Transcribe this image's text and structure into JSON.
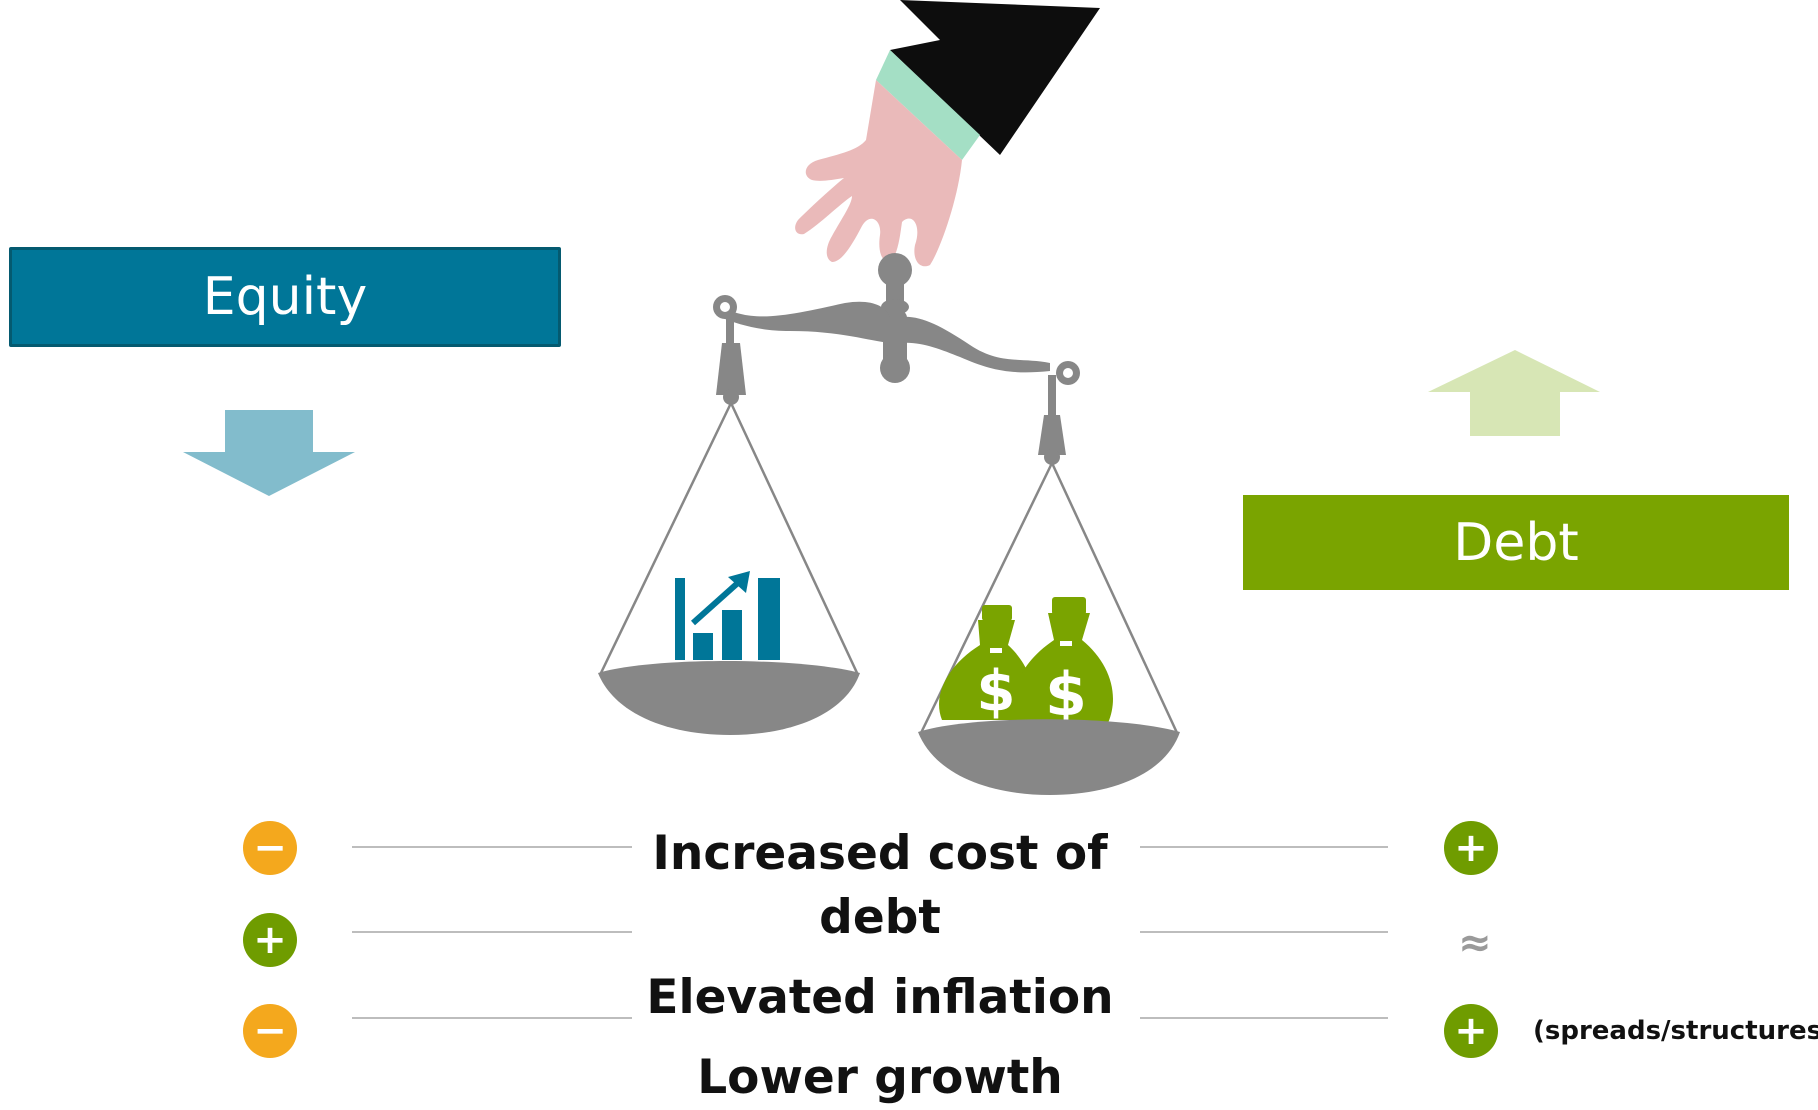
{
  "equity": {
    "label": "Equity",
    "direction": "down"
  },
  "debt": {
    "label": "Debt",
    "direction": "up"
  },
  "factors": [
    "Increased cost of debt",
    "Elevated inflation",
    "Lower growth"
  ],
  "equity_impacts": [
    "−",
    "+",
    "−"
  ],
  "debt_impacts": [
    "+",
    "≈",
    "+"
  ],
  "debt_note": "(spreads/structures)",
  "colors": {
    "equity_blue": "#007698",
    "equity_arrow": "#82bccc",
    "debt_green": "#7aa400",
    "debt_arrow": "#d7e6b5",
    "minus_orange": "#f4a81d",
    "plus_green": "#6f9c00",
    "scale_gray": "#878787"
  }
}
